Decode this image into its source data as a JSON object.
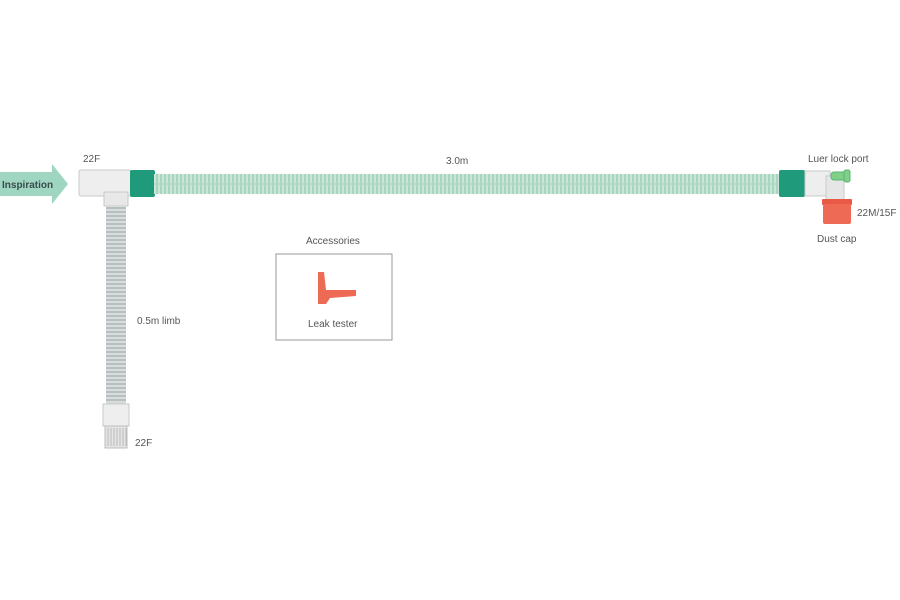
{
  "labels": {
    "inspiration": "Inspiration",
    "port_22f_top": "22F",
    "length_main": "3.0m",
    "luer_lock": "Luer lock port",
    "port_22m_15f": "22M/15F",
    "dust_cap": "Dust cap",
    "limb": "0.5m limb",
    "port_22f_bottom": "22F",
    "accessories_title": "Accessories",
    "leak_tester": "Leak tester"
  },
  "colors": {
    "arrow": "#9fd6c2",
    "cuff": "#1f9a7a",
    "tube_green": "#c9e6d6",
    "tube_rib_green": "#86c4a8",
    "tube_grey": "#d7dcdc",
    "tube_rib_grey": "#9aa2a3",
    "connector": "#eeeeee",
    "red": "#ee6a55",
    "luer_green": "#7fd18a"
  }
}
